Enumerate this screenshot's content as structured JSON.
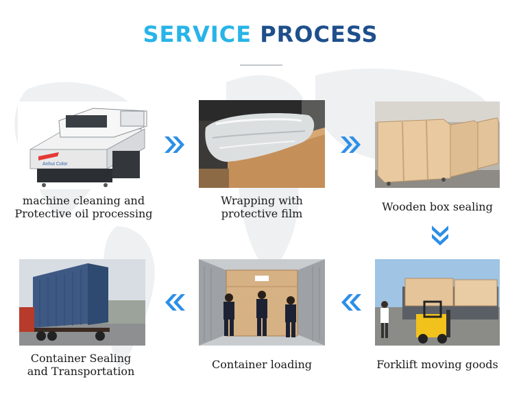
{
  "title": {
    "part1": "SERVICE",
    "part2": "PROCESS"
  },
  "steps": [
    {
      "caption_line1": "machine cleaning and",
      "caption_line2": "Protective oil processing",
      "image": "uv-printer-machine",
      "printer_brand": "Anhui Color"
    },
    {
      "caption_line1": "Wrapping with",
      "caption_line2": "protective film",
      "image": "film-wrapped-machine-on-wooden-base"
    },
    {
      "caption_line1": "Wooden box sealing",
      "caption_line2": "",
      "image": "wooden-crates-in-warehouse"
    },
    {
      "caption_line1": "Forklift moving goods",
      "caption_line2": "",
      "image": "forklift-loading-crates"
    },
    {
      "caption_line1": "Container loading",
      "caption_line2": "",
      "image": "workers-loading-container"
    },
    {
      "caption_line1": "Container Sealing",
      "caption_line2": "and Transportation",
      "image": "container-truck-on-road"
    }
  ],
  "arrows": [
    "right",
    "right",
    "down",
    "left",
    "left"
  ],
  "colors": {
    "title_accent": "#27b4e8",
    "title_dark": "#1e4f8c",
    "arrow_blue": "#2c8fe6"
  }
}
